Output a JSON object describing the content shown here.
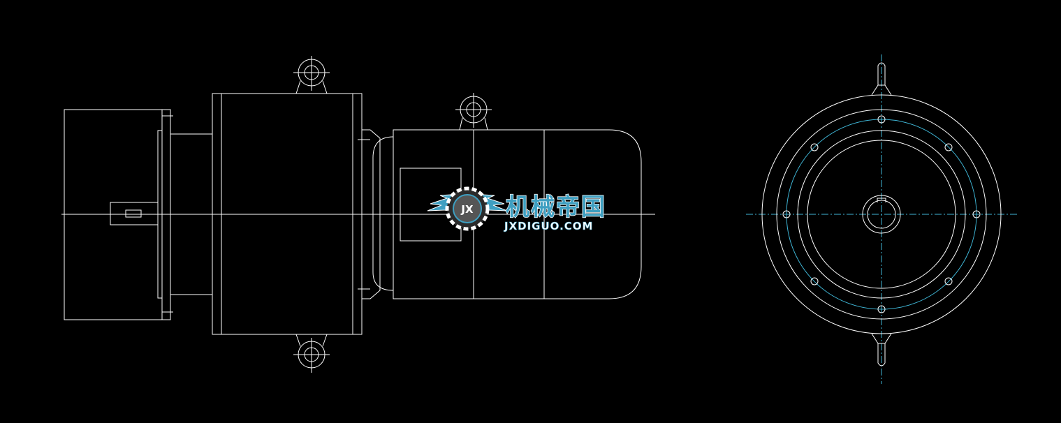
{
  "watermark": {
    "name_cn": "机械帝国",
    "name_en": "JXDIGUO.COM",
    "badge": "JX"
  },
  "colors": {
    "background": "#000000",
    "linework": "#ffffff",
    "centerline": "#3fb6d6",
    "logo": "#3e9fc1"
  }
}
